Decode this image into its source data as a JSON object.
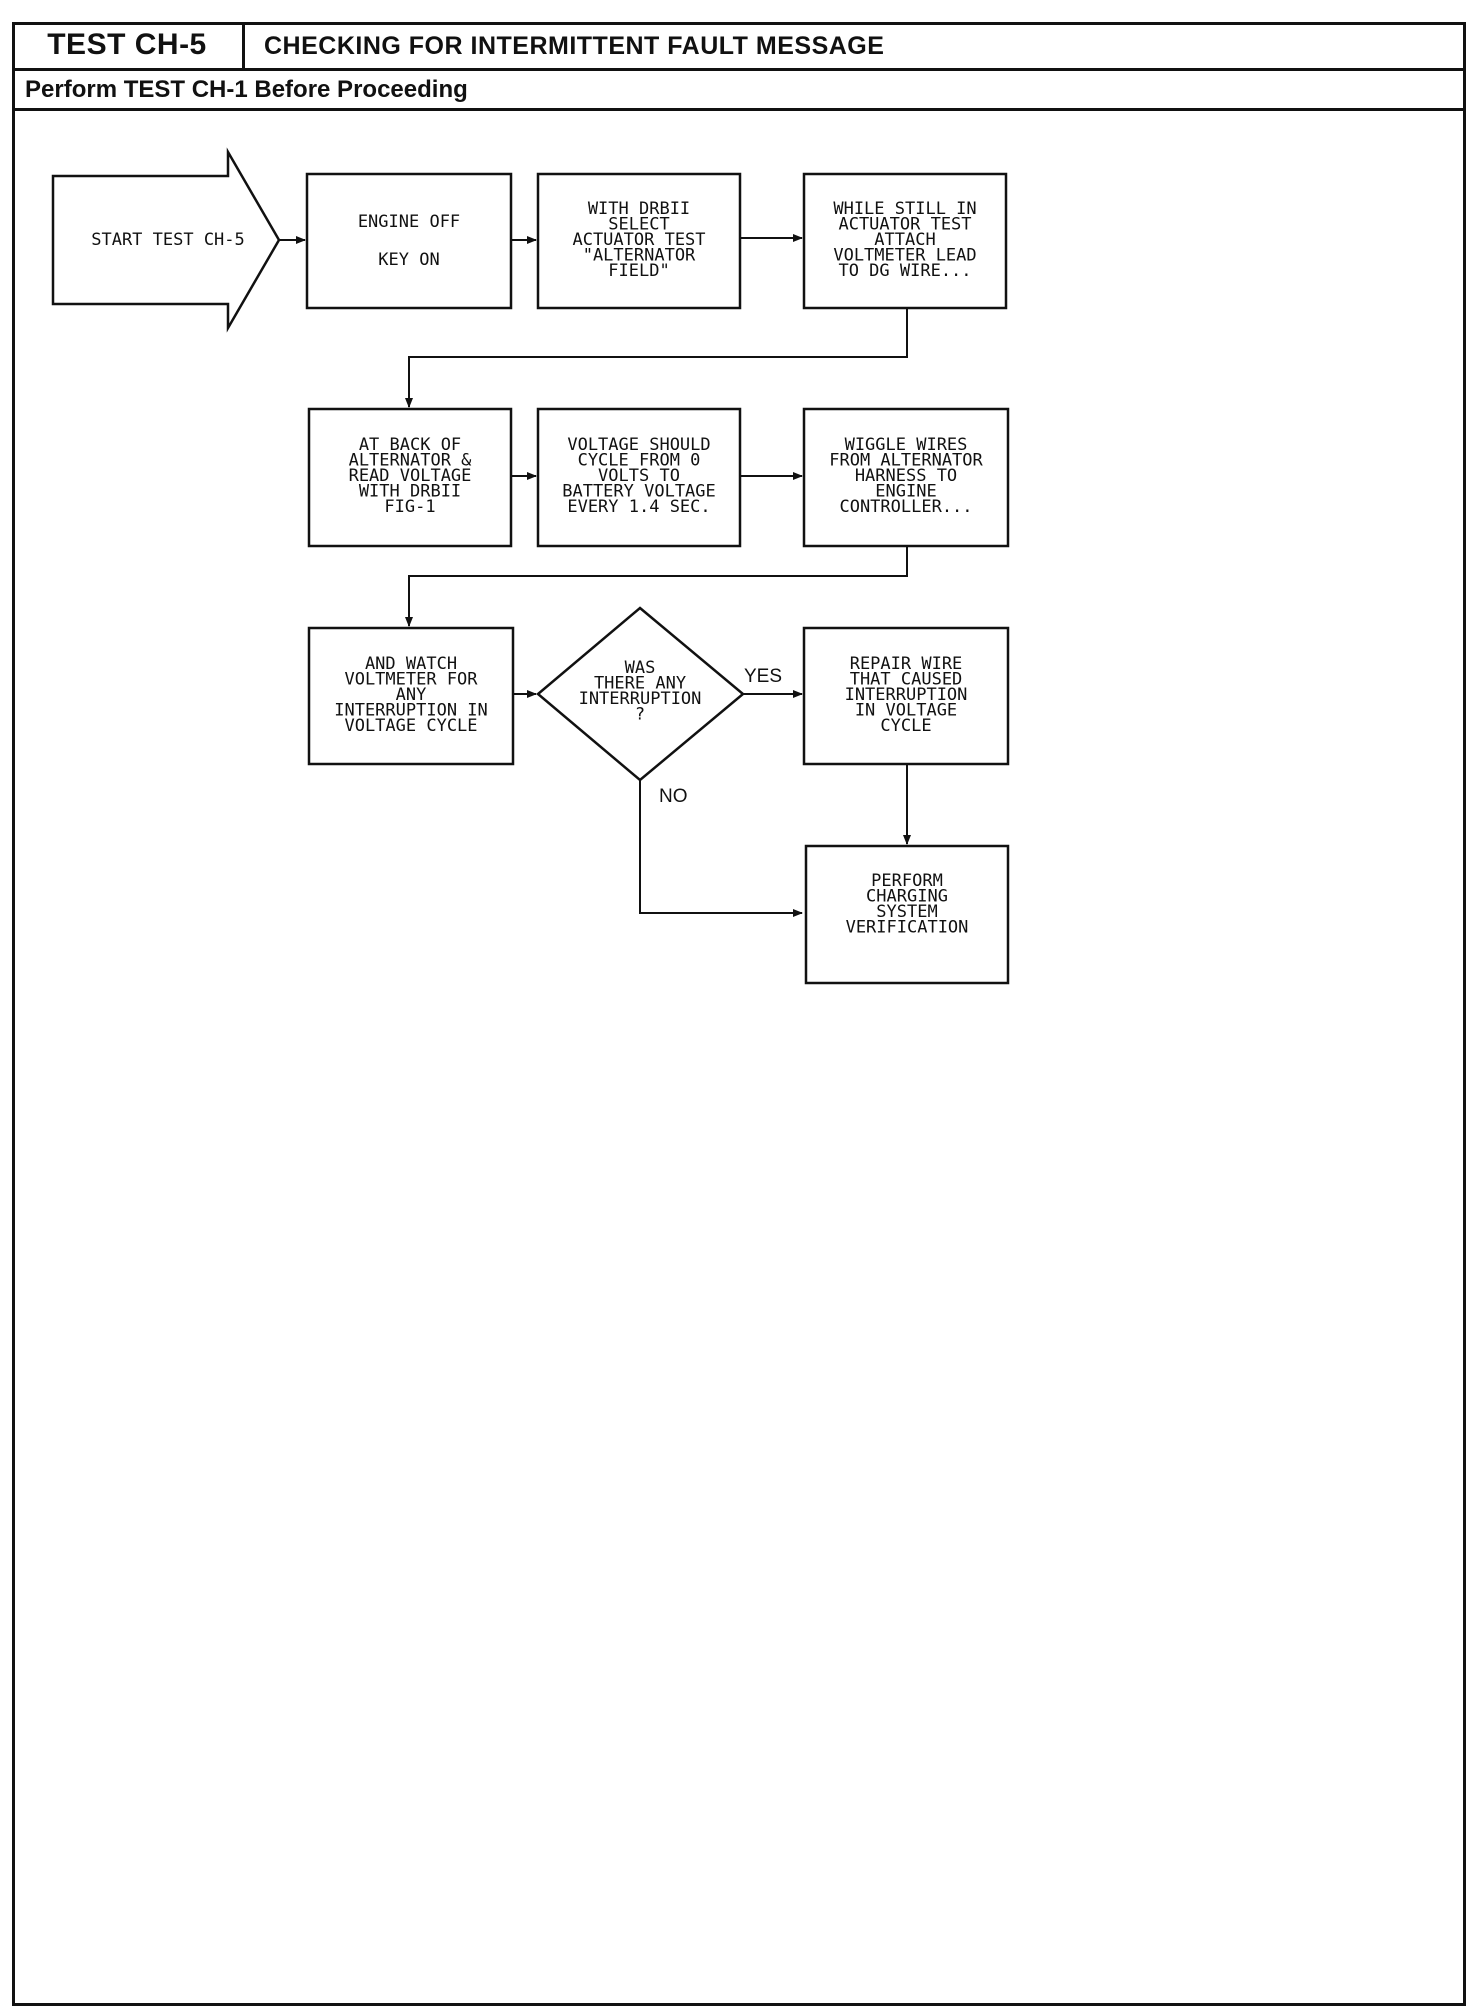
{
  "header": {
    "test_id": "TEST CH-5",
    "title": "CHECKING FOR INTERMITTENT FAULT MESSAGE"
  },
  "subheader": {
    "prerequisite": "Perform TEST CH-1 Before Proceeding"
  },
  "flowchart": {
    "start": {
      "lines": [
        "START TEST CH-5"
      ]
    },
    "steps": [
      {
        "lines": [
          "ENGINE OFF",
          "",
          "KEY ON"
        ]
      },
      {
        "lines": [
          "WITH DRBII",
          "SELECT",
          "ACTUATOR TEST",
          "\"ALTERNATOR",
          "FIELD\""
        ]
      },
      {
        "lines": [
          "WHILE STILL IN",
          "ACTUATOR TEST",
          "ATTACH",
          "VOLTMETER LEAD",
          "TO DG WIRE..."
        ]
      },
      {
        "lines": [
          "AT BACK OF",
          "ALTERNATOR &",
          "READ VOLTAGE",
          "WITH DRBII",
          "FIG-1"
        ]
      },
      {
        "lines": [
          "VOLTAGE SHOULD",
          "CYCLE FROM 0",
          "VOLTS TO",
          "BATTERY VOLTAGE",
          "EVERY 1.4 SEC."
        ]
      },
      {
        "lines": [
          "WIGGLE WIRES",
          "FROM ALTERNATOR",
          "HARNESS TO",
          "ENGINE",
          "CONTROLLER..."
        ]
      },
      {
        "lines": [
          "AND WATCH",
          "VOLTMETER FOR",
          "ANY",
          "INTERRUPTION IN",
          "VOLTAGE CYCLE"
        ]
      }
    ],
    "decision": {
      "lines": [
        "WAS",
        "THERE ANY",
        "INTERRUPTION",
        "?"
      ],
      "yes_label": "YES",
      "no_label": "NO"
    },
    "outcomes": [
      {
        "lines": [
          "REPAIR WIRE",
          "THAT CAUSED",
          "INTERRUPTION",
          "IN VOLTAGE",
          "CYCLE"
        ]
      },
      {
        "lines": [
          "PERFORM",
          "CHARGING",
          "SYSTEM",
          "VERIFICATION"
        ]
      }
    ]
  }
}
